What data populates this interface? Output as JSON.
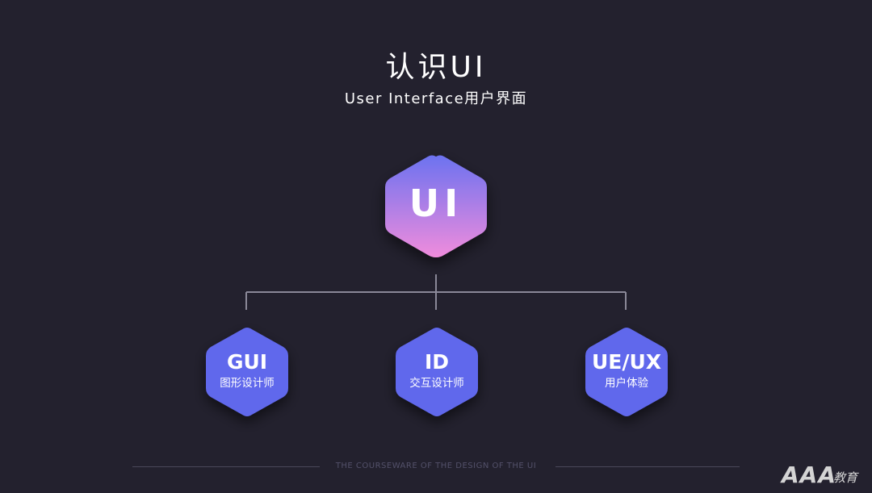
{
  "header": {
    "title": "认识UI",
    "subtitle": "User Interface用户界面"
  },
  "root": {
    "label": "UI"
  },
  "children": [
    {
      "label": "GUI",
      "sub": "图形设计师"
    },
    {
      "label": "ID",
      "sub": "交互设计师"
    },
    {
      "label": "UE/UX",
      "sub": "用户体验"
    }
  ],
  "footer": {
    "text": "THE COURSEWARE OF THE DESIGN OF THE UI"
  },
  "brand": {
    "mark": "AAA",
    "word": "教育"
  },
  "colors": {
    "background": "#23212e",
    "root_gradient_top": "#6c72f0",
    "root_gradient_bottom": "#f08cdc",
    "child_fill": "#6168ec",
    "connector": "#8a8898"
  }
}
